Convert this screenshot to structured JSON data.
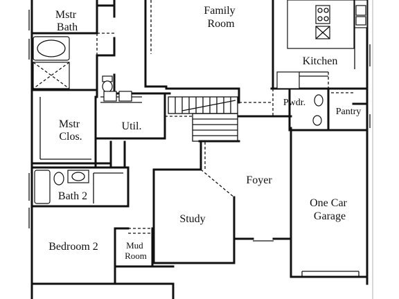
{
  "rooms": {
    "family_room": [
      "Family",
      "Room"
    ],
    "mstr_bath": [
      "Mstr",
      "Bath"
    ],
    "kitchen": "Kitchen",
    "pwdr": "Pwdr.",
    "pantry": "Pantry",
    "mstr_clos": [
      "Mstr",
      "Clos."
    ],
    "util": "Util.",
    "foyer": "Foyer",
    "bath_2": "Bath 2",
    "one_car_garage": [
      "One Car",
      "Garage"
    ],
    "study": "Study",
    "bedroom_2": "Bedroom 2",
    "mud_room": [
      "Mud",
      "Room"
    ]
  },
  "colors": {
    "wall": "#111111",
    "background": "#ffffff",
    "frame": "#d9d9d9"
  }
}
